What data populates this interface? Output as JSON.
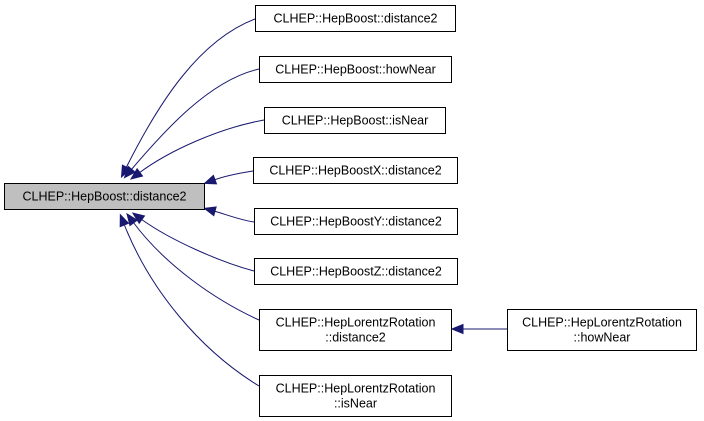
{
  "diagram": {
    "edge_color": "#191970",
    "current_fill": "#bfbfbf",
    "nodes": {
      "root": {
        "lines": [
          "CLHEP::HepBoost::distance2"
        ],
        "current": true
      },
      "n1": {
        "lines": [
          "CLHEP::HepBoost::distance2"
        ]
      },
      "n2": {
        "lines": [
          "CLHEP::HepBoost::howNear"
        ]
      },
      "n3": {
        "lines": [
          "CLHEP::HepBoost::isNear"
        ]
      },
      "n4": {
        "lines": [
          "CLHEP::HepBoostX::distance2"
        ]
      },
      "n5": {
        "lines": [
          "CLHEP::HepBoostY::distance2"
        ]
      },
      "n6": {
        "lines": [
          "CLHEP::HepBoostZ::distance2"
        ]
      },
      "n7": {
        "lines": [
          "CLHEP::HepLorentzRotation",
          "::distance2"
        ]
      },
      "n8": {
        "lines": [
          "CLHEP::HepLorentzRotation",
          "::isNear"
        ]
      },
      "n9": {
        "lines": [
          "CLHEP::HepLorentzRotation",
          "::howNear"
        ]
      }
    },
    "edges": [
      {
        "from": "n1",
        "to": "root"
      },
      {
        "from": "n2",
        "to": "root"
      },
      {
        "from": "n3",
        "to": "root"
      },
      {
        "from": "n4",
        "to": "root"
      },
      {
        "from": "n5",
        "to": "root"
      },
      {
        "from": "n6",
        "to": "root"
      },
      {
        "from": "n7",
        "to": "root"
      },
      {
        "from": "n8",
        "to": "root"
      },
      {
        "from": "n9",
        "to": "n7"
      }
    ]
  }
}
